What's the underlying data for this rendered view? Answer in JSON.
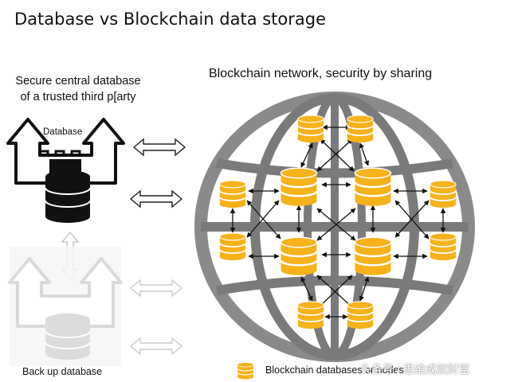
{
  "title": "Database vs Blockchain data storage",
  "left_caption": {
    "line1": "Secure central database",
    "line2": "of a trusted third p[arty"
  },
  "database_label": "Database",
  "backup_label": "Back up database",
  "right_caption": "Blockchain network, security by sharing",
  "legend_label": "Blockchain databases or nodes",
  "watermark": "头条号 / 思维成就财富",
  "colors": {
    "node_fill": "#F5B21B",
    "node_stripe": "#ffffff",
    "globe": "#7a7a7a",
    "castle": "#111111",
    "castle_faded": "#d9d9d9"
  },
  "icons": [
    "castle-icon",
    "database-icon",
    "double-arrow-icon",
    "globe-icon",
    "node-icon"
  ]
}
